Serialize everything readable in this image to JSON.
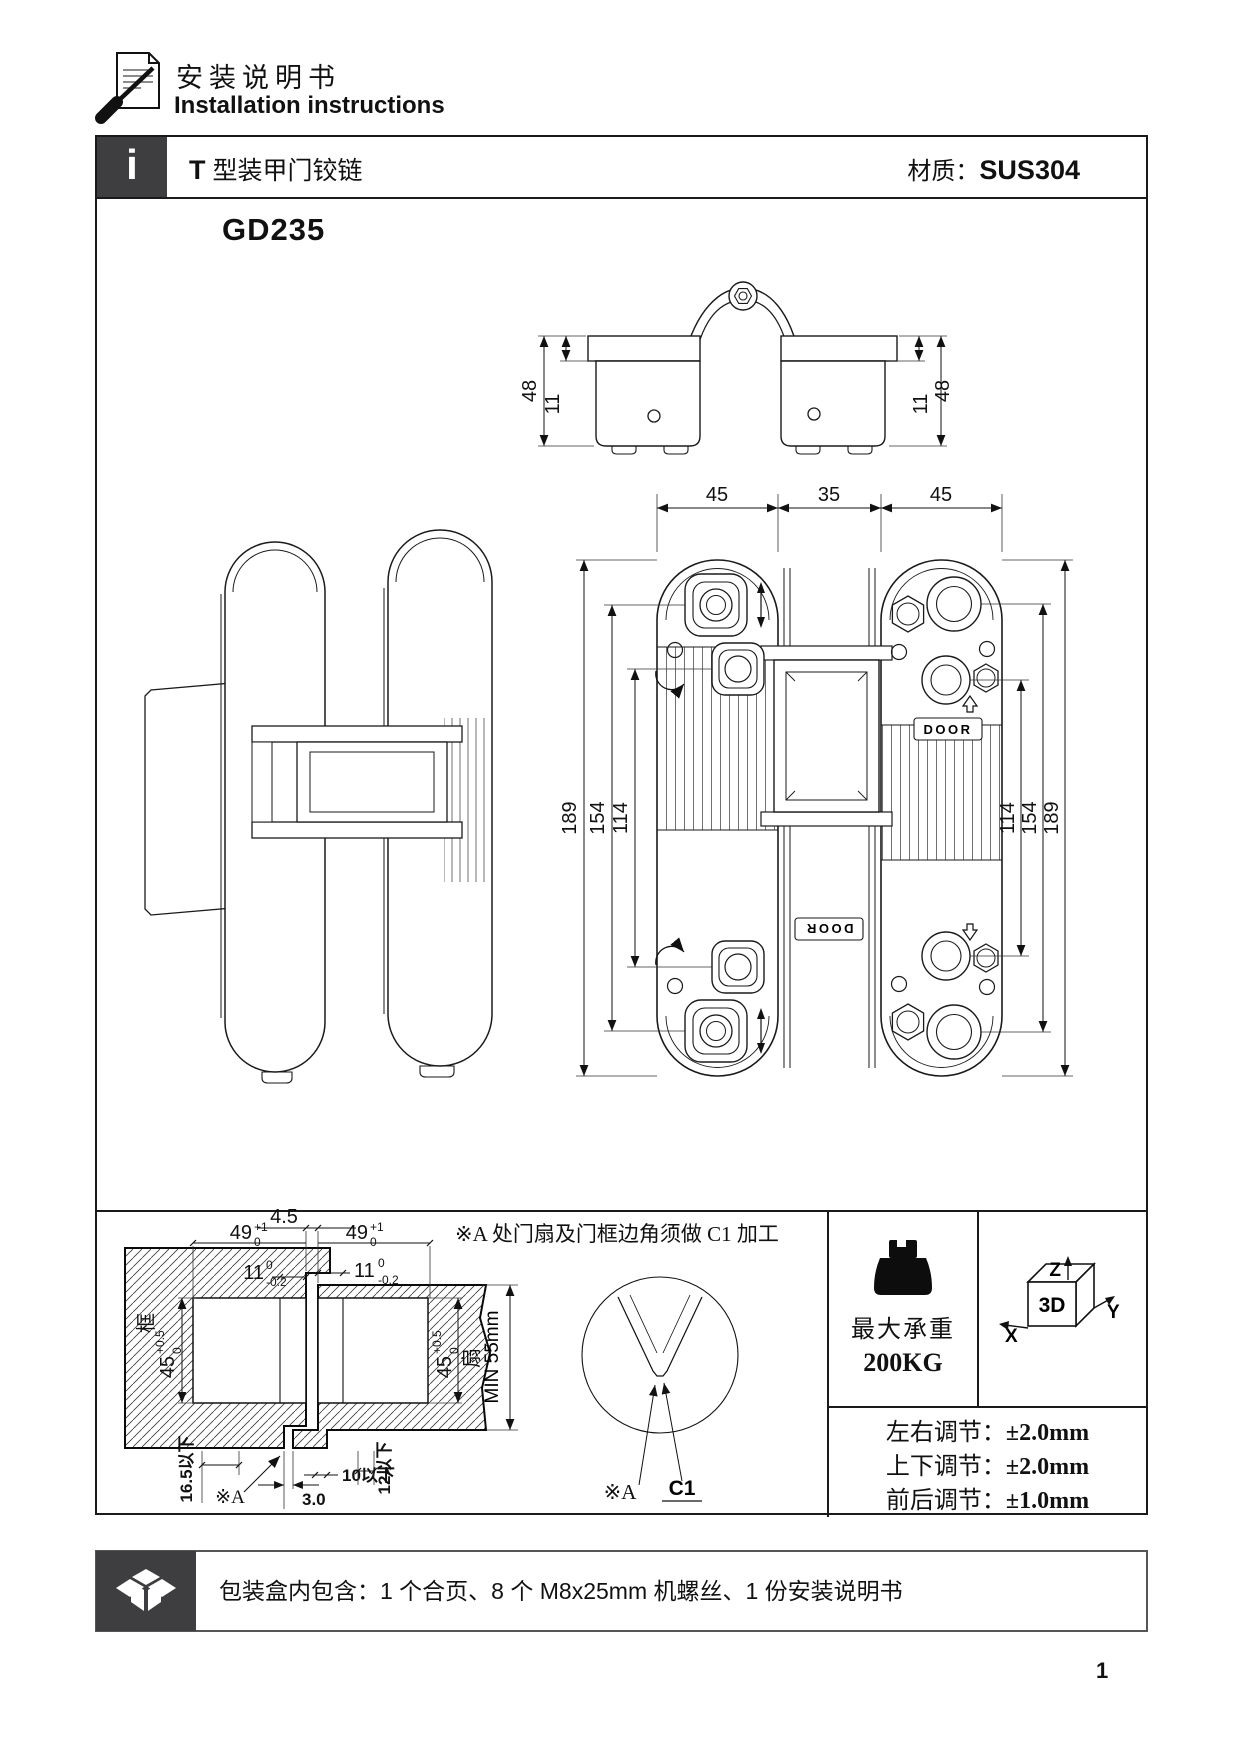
{
  "header": {
    "title_cn": "安装说明书",
    "title_en": "Installation instructions"
  },
  "title_bar": {
    "icon": "i",
    "product_prefix": "T",
    "product_name": " 型装甲门铰链",
    "material_label": "材质：",
    "material_value": "SUS304"
  },
  "drawing": {
    "model": "GD235",
    "door": "DOOR"
  },
  "dims": {
    "h48": "48",
    "t11": "11",
    "w45": "45",
    "w35": "35",
    "v189": "189",
    "v154": "154",
    "v114": "114"
  },
  "section": {
    "note": "※A 处门扇及门框边角须做 C1 加工",
    "gap": "4.5",
    "w49": "49",
    "w49_sup": "+1",
    "w49_sub": "0",
    "t11": "11",
    "t11_sup": "0",
    "t11_sub": "-0.2",
    "p45": "45",
    "p45_sup": "+0.5",
    "p45_sub": "0",
    "frame": "框",
    "leaf": "扇",
    "min": "MIN 55mm",
    "max165": "16.5以下",
    "max10": "10以下",
    "max12": "12以下",
    "gap_b": "3.0",
    "refA": "※A",
    "c1": "C1"
  },
  "specs": {
    "load_title": "最大承重",
    "load_value": "200KG",
    "cube": "3D",
    "x": "X",
    "y": "Y",
    "z": "Z",
    "adjust": [
      {
        "label": "左右调节：",
        "value": "±2.0mm"
      },
      {
        "label": "上下调节：",
        "value": "±2.0mm"
      },
      {
        "label": "前后调节：",
        "value": "±1.0mm"
      }
    ]
  },
  "package": {
    "text": "包装盒内包含：1 个合页、8 个 M8x25mm 机螺丝、1 份安装说明书"
  },
  "page": {
    "number": "1"
  }
}
